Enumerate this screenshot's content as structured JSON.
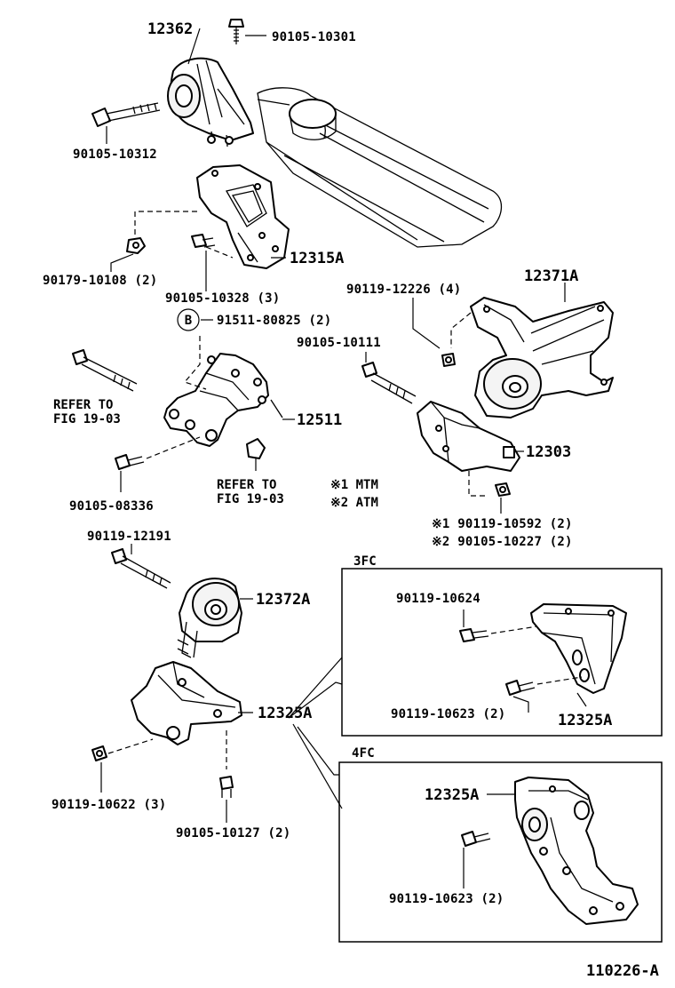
{
  "diagram_id": "110226-A",
  "labels": {
    "p12362": "12362",
    "p90105_10301": "90105-10301",
    "p90105_10312": "90105-10312",
    "p90179_10108": "90179-10108 (2)",
    "p12315A": "12315A",
    "p90105_10328": "90105-10328 (3)",
    "p90119_12226": "90119-12226 (4)",
    "p12371A": "12371A",
    "b_marker": "B",
    "p91511_80825": "91511-80825 (2)",
    "p90105_10111": "90105-10111",
    "refer1_line1": "REFER TO",
    "refer1_line2": "FIG 19-03",
    "p12511": "12511",
    "p12303": "12303",
    "p90105_08336": "90105-08336",
    "refer2_line1": "REFER TO",
    "refer2_line2": "FIG 19-03",
    "note1": "※1  MTM",
    "note2": "※2  ATM",
    "p90119_10592": "※1  90119-10592 (2)",
    "p90105_10227": "※2  90105-10227 (2)",
    "p90119_12191": "90119-12191",
    "p12372A": "12372A",
    "p12325A_main": "12325A",
    "p90119_10622": "90119-10622 (3)",
    "p90105_10127": "90105-10127 (2)",
    "box3fc_title": "3FC",
    "box3fc_p90119_10624": "90119-10624",
    "box3fc_p90119_10623": "90119-10623 (2)",
    "box3fc_p12325A": "12325A",
    "box4fc_title": "4FC",
    "box4fc_p12325A": "12325A",
    "box4fc_p90119_10623": "90119-10623 (2)",
    "footer_code": "110226-A"
  }
}
